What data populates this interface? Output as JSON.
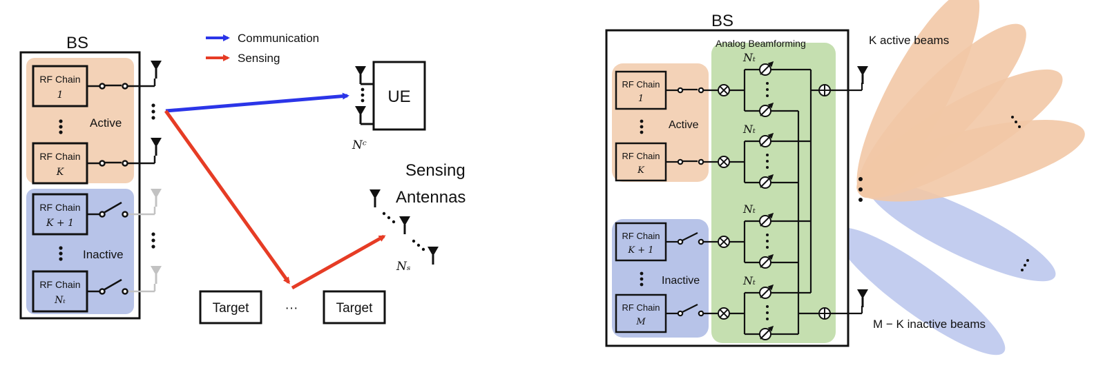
{
  "legend": {
    "communication": "Communication",
    "sensing": "Sensing",
    "communication_color": "#2b35e8",
    "sensing_color": "#e63c25"
  },
  "colors": {
    "active_region": "#f3d2b7",
    "inactive_region": "#b7c3e8",
    "beamforming_region": "#c5dfb0",
    "inactive_antenna": "#c2c2c2",
    "active_beam": "#f2c8a6",
    "inactive_beam": "#b9c4ec"
  },
  "left": {
    "bs_label": "BS",
    "active_label": "Active",
    "inactive_label": "Inactive",
    "chains": [
      {
        "line1": "RF Chain",
        "line2": "1"
      },
      {
        "line1": "RF Chain",
        "line2": "K"
      },
      {
        "line1": "RF Chain",
        "line2": "K + 1"
      },
      {
        "line1": "RF Chain",
        "line2": "Nₜ"
      }
    ],
    "ue_label": "UE",
    "ue_antennas": "Nᶜ",
    "sensing_title_line1": "Sensing",
    "sensing_title_line2": "Antennas",
    "sensing_antennas": "Nₛ",
    "target1": "Target",
    "target_ellipsis": "···",
    "target2": "Target"
  },
  "right": {
    "bs_label": "BS",
    "beamforming_label": "Analog Beamforming",
    "active_label": "Active",
    "inactive_label": "Inactive",
    "phase_group_label": "Nₜ",
    "chains": [
      {
        "line1": "RF Chain",
        "line2": "1"
      },
      {
        "line1": "RF Chain",
        "line2": "K"
      },
      {
        "line1": "RF Chain",
        "line2": "K + 1"
      },
      {
        "line1": "RF Chain",
        "line2": "M"
      }
    ],
    "active_beams": "K active beams",
    "inactive_beams": "M − K inactive beams"
  }
}
